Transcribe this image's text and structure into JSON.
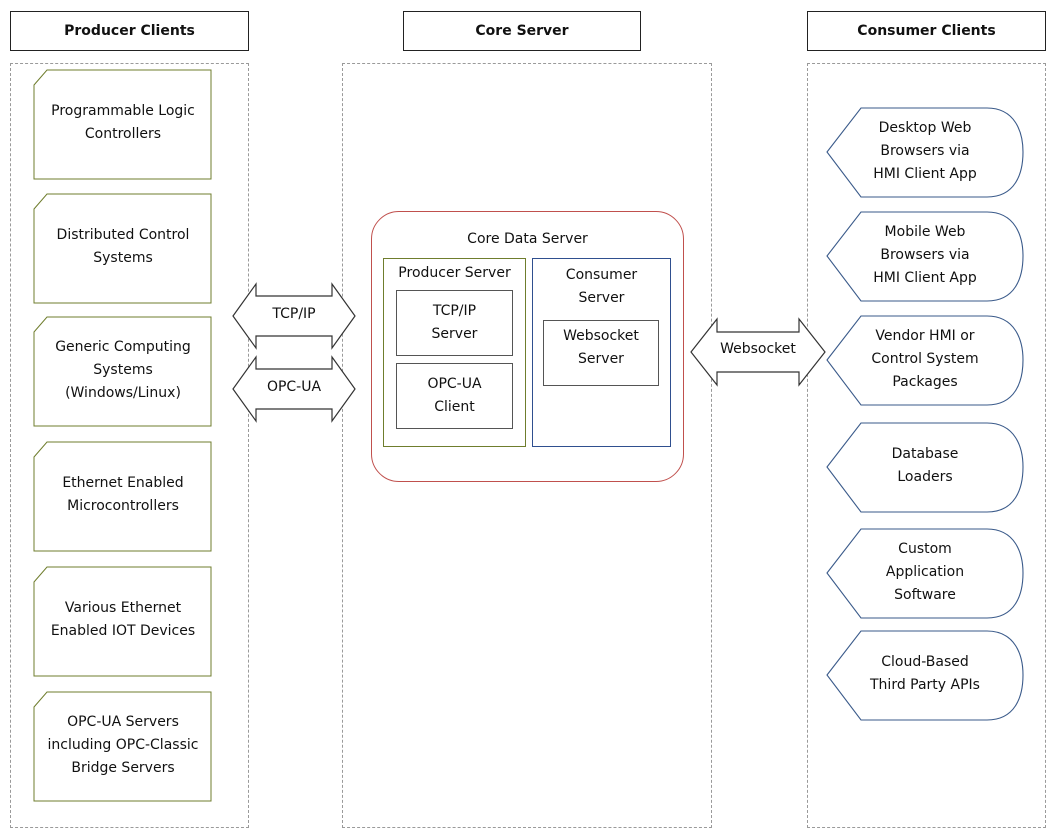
{
  "lanes": {
    "producer": {
      "title": "Producer Clients"
    },
    "core": {
      "title": "Core Server"
    },
    "consumer": {
      "title": "Consumer Clients"
    }
  },
  "producers": [
    {
      "label": "Programmable Logic\nControllers"
    },
    {
      "label": "Distributed Control\nSystems"
    },
    {
      "label": "Generic Computing\nSystems\n(Windows/Linux)"
    },
    {
      "label": "Ethernet Enabled\nMicrocontrollers"
    },
    {
      "label": "Various Ethernet\nEnabled IOT Devices"
    },
    {
      "label": "OPC-UA Servers\nincluding OPC-Classic\nBridge Servers"
    }
  ],
  "protocols_left": [
    {
      "label": "TCP/IP"
    },
    {
      "label": "OPC-UA"
    }
  ],
  "protocol_right": {
    "label": "Websocket"
  },
  "core_server": {
    "title": "Core Data Server",
    "producer_server": {
      "title": "Producer Server",
      "components": [
        {
          "label": "TCP/IP\nServer"
        },
        {
          "label": "OPC-UA\nClient"
        }
      ]
    },
    "consumer_server": {
      "title": "Consumer\nServer",
      "components": [
        {
          "label": "Websocket\nServer"
        }
      ]
    }
  },
  "consumers": [
    {
      "label": "Desktop Web\nBrowsers via\nHMI Client App"
    },
    {
      "label": "Mobile Web\nBrowsers via\nHMI Client App"
    },
    {
      "label": "Vendor HMI or\nControl System\nPackages"
    },
    {
      "label": "Database\nLoaders"
    },
    {
      "label": "Custom\nApplication\nSoftware"
    },
    {
      "label": "Cloud-Based\nThird Party APIs"
    }
  ],
  "colors": {
    "producer_border": "#6f7d2d",
    "consumer_border": "#3a5a8a",
    "core_border": "#c0504d",
    "producer_server_border": "#6f7d2d",
    "consumer_server_border": "#2f4f8f",
    "component_border": "#555555",
    "arrow_border": "#333333"
  }
}
